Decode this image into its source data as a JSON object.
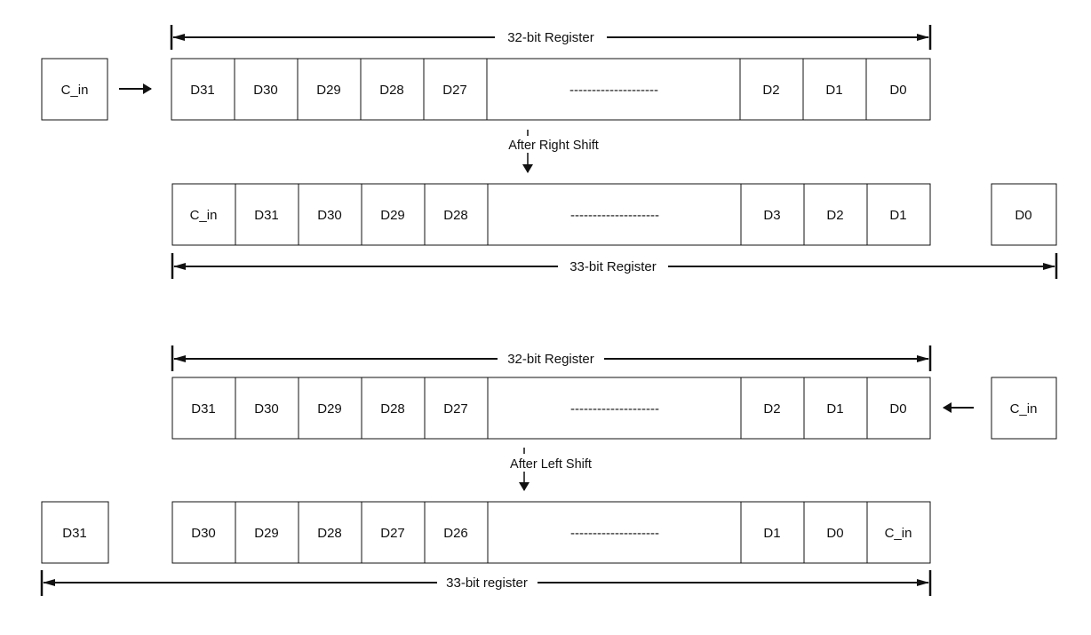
{
  "colors": {
    "stroke": "#111111",
    "background": "#ffffff"
  },
  "right_shift": {
    "before": {
      "carry_in_label": "C_in",
      "register_label": "32-bit Register",
      "cells": [
        "D31",
        "D30",
        "D29",
        "D28",
        "D27",
        "--------------------",
        "D2",
        "D1",
        "D0"
      ]
    },
    "transition_label": "After Right Shift",
    "after": {
      "cells": [
        "C_in",
        "D31",
        "D30",
        "D29",
        "D28",
        "--------------------",
        "D3",
        "D2",
        "D1"
      ],
      "shifted_out_label": "D0",
      "register_label": "33-bit Register"
    }
  },
  "left_shift": {
    "before": {
      "register_label": "32-bit Register",
      "cells": [
        "D31",
        "D30",
        "D29",
        "D28",
        "D27",
        "--------------------",
        "D2",
        "D1",
        "D0"
      ],
      "carry_in_label": "C_in"
    },
    "transition_label": "After Left Shift",
    "after": {
      "shifted_out_label": "D31",
      "cells": [
        "D30",
        "D29",
        "D28",
        "D27",
        "D26",
        "--------------------",
        "D1",
        "D0",
        "C_in"
      ],
      "register_label": "33-bit register"
    }
  }
}
